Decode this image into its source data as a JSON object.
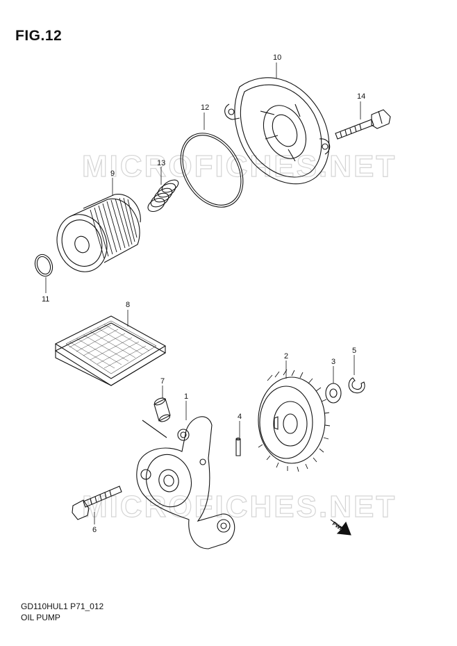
{
  "figure": {
    "title": "FIG.12",
    "code": "GD110HUL1 P71_012",
    "name": "OIL PUMP",
    "watermark": "MICROFICHES.NET",
    "fwd_label": "FWD"
  },
  "callouts": [
    {
      "id": "1",
      "label": "1"
    },
    {
      "id": "2",
      "label": "2"
    },
    {
      "id": "3",
      "label": "3"
    },
    {
      "id": "4",
      "label": "4"
    },
    {
      "id": "5",
      "label": "5"
    },
    {
      "id": "6",
      "label": "6"
    },
    {
      "id": "7",
      "label": "7"
    },
    {
      "id": "8",
      "label": "8"
    },
    {
      "id": "9",
      "label": "9"
    },
    {
      "id": "10",
      "label": "10"
    },
    {
      "id": "11",
      "label": "11"
    },
    {
      "id": "12",
      "label": "12"
    },
    {
      "id": "13",
      "label": "13"
    },
    {
      "id": "14",
      "label": "14"
    }
  ],
  "colors": {
    "line": "#111111",
    "watermark": "#d0d0d0"
  }
}
